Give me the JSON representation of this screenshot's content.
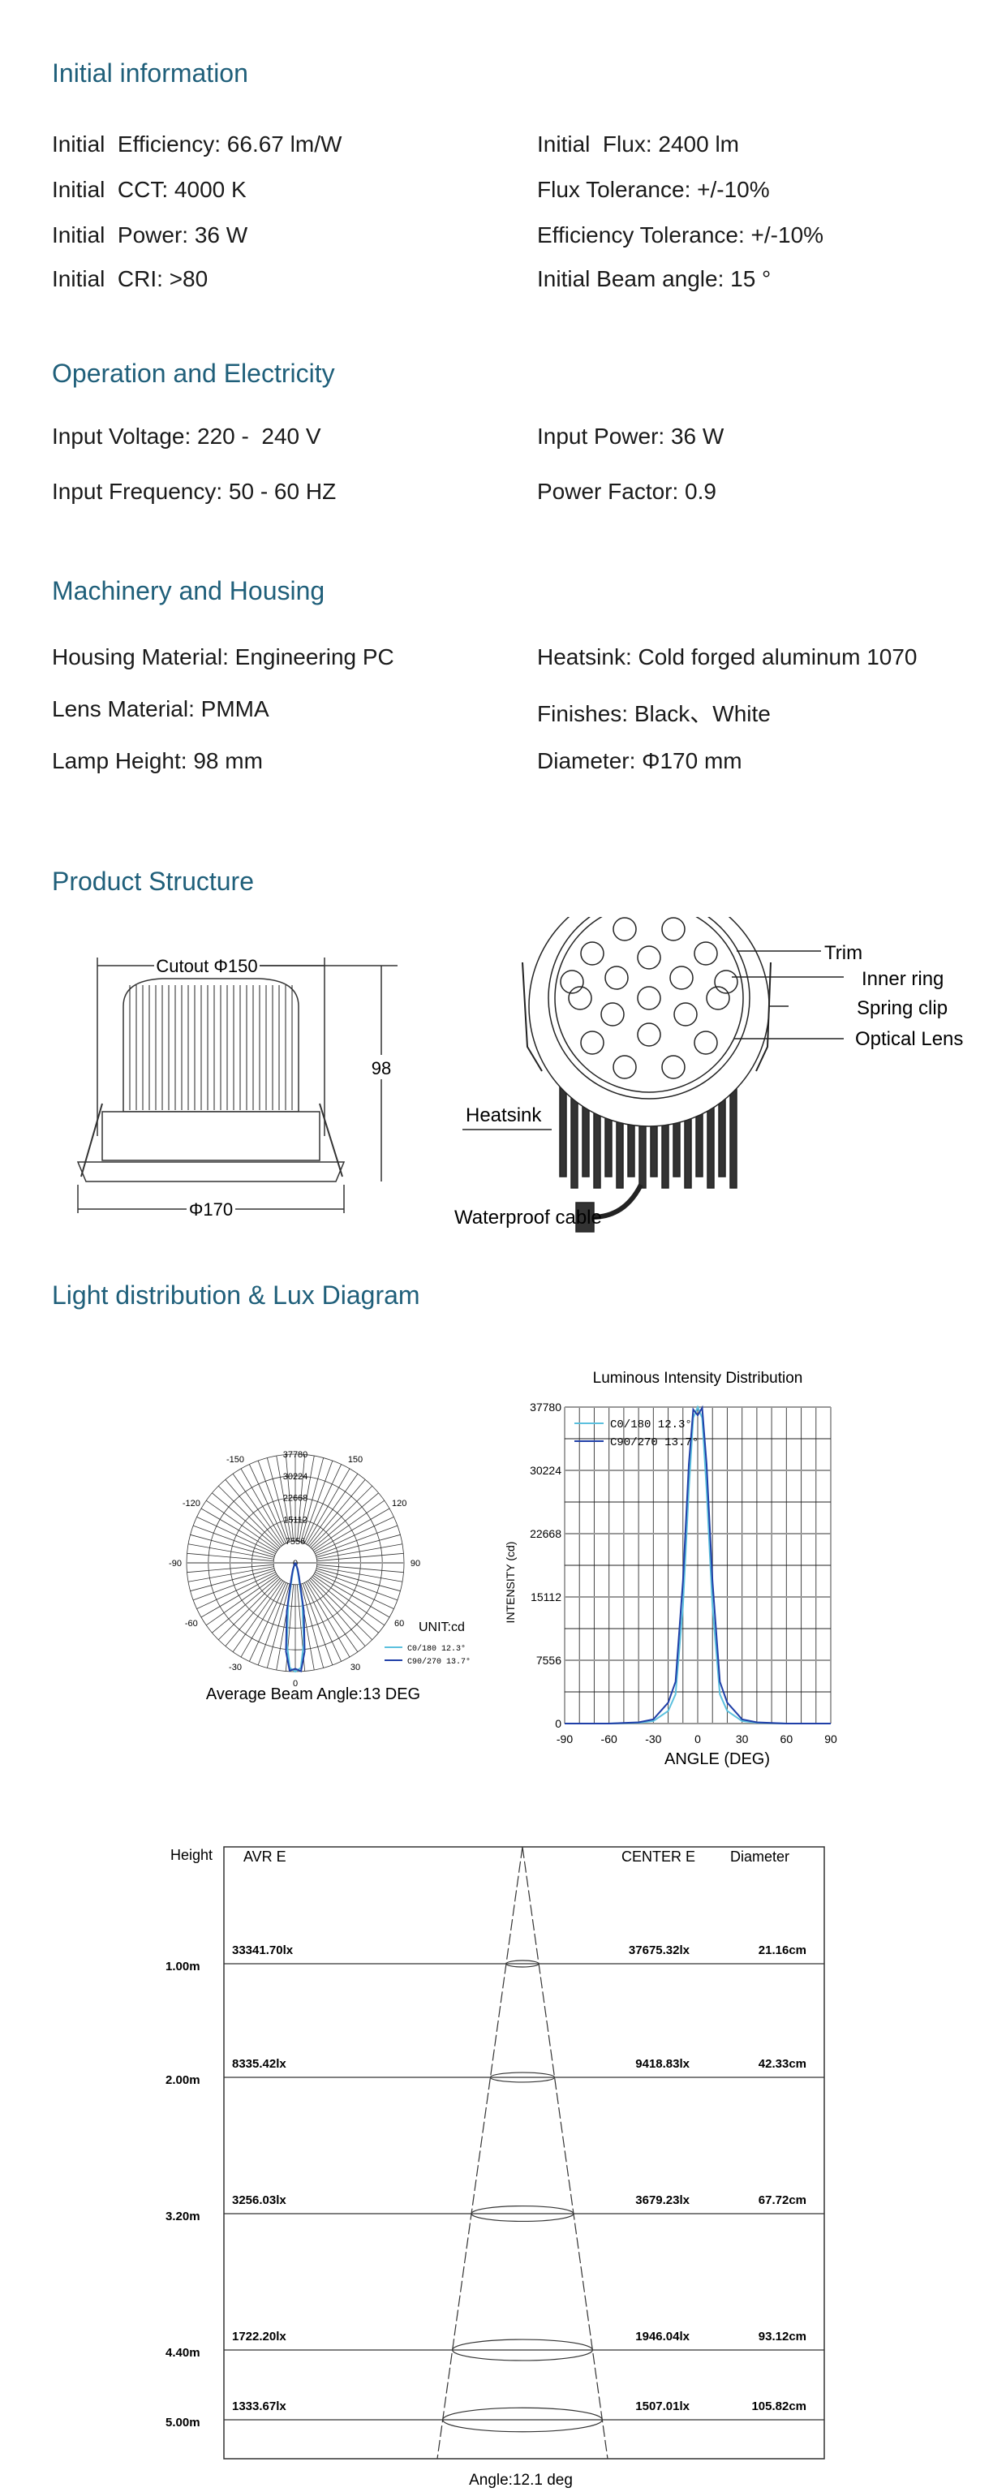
{
  "sections": {
    "initial": "Initial information",
    "operation": "Operation and Electricity",
    "machinery": "Machinery and Housing",
    "structure": "Product Structure",
    "light": "Light distribution & Lux Diagram"
  },
  "initial_left": [
    "Initial  Efficiency: 66.67 lm/W",
    "Initial  CCT: 4000 K",
    "Initial  Power: 36 W",
    "Initial  CRI: >80"
  ],
  "initial_right": [
    "Initial  Flux: 2400 lm",
    "Flux Tolerance: +/-10%",
    "Efficiency Tolerance: +/-10%",
    "Initial Beam angle: 15 °"
  ],
  "operation_left": [
    "Input Voltage: 220 -  240 V",
    "Input Frequency: 50 - 60 HZ"
  ],
  "operation_right": [
    "Input Power: 36 W",
    "Power Factor: 0.9"
  ],
  "machinery_left": [
    "Housing Material: Engineering PC",
    "Lens Material: PMMA",
    "Lamp Height: 98 mm"
  ],
  "machinery_right": [
    "Heatsink: Cold forged aluminum 1070",
    "Finishes: Black、White",
    "Diameter: Φ170 mm"
  ],
  "structure": {
    "cutout": "Cutout Φ150",
    "height": "98",
    "diameter": "Φ170",
    "labels": {
      "trim": "Trim",
      "inner_ring": "Inner ring",
      "spring_clip": "Spring clip",
      "optical_lens": "Optical Lens",
      "heatsink": "Heatsink",
      "cable": "Waterproof cable"
    }
  },
  "colors": {
    "heading": "#1f5f7a",
    "c0": "#5bc0de",
    "c90": "#1f3fa8"
  },
  "chart_data": [
    {
      "type": "polar",
      "angle_labels": [
        "-150",
        "150",
        "-120",
        "120",
        "-90",
        "90",
        "-60",
        "60",
        "-30",
        "30",
        "0"
      ],
      "ring_labels": [
        "37780",
        "30224",
        "22668",
        "15112",
        "7556",
        "0"
      ],
      "unit": "UNIT:cd",
      "caption": "Average Beam Angle:13 DEG",
      "rmax": 37780,
      "series": [
        {
          "name": "C0/180 12.3°",
          "color": "#5bc0de"
        },
        {
          "name": "C90/270 13.7°",
          "color": "#1f3fa8"
        }
      ]
    },
    {
      "type": "line",
      "title": "Luminous Intensity Distribution",
      "xlabel": "ANGLE (DEG)",
      "ylabel": "INTENSITY (cd)",
      "xlim": [
        -90,
        90
      ],
      "ylim": [
        0,
        37780
      ],
      "xticks": [
        "-90",
        "-60",
        "-30",
        "0",
        "30",
        "60",
        "90"
      ],
      "yticks": [
        "37780",
        "30224",
        "22668",
        "15112",
        "7556",
        "0"
      ],
      "legend": "top-left",
      "x": [
        -90,
        -60,
        -40,
        -30,
        -20,
        -15,
        -10,
        -6,
        -3,
        0,
        3,
        6,
        10,
        15,
        20,
        30,
        40,
        60,
        90
      ],
      "series": [
        {
          "name": "C0/180 12.3°",
          "values": [
            0,
            0,
            100,
            300,
            1500,
            3500,
            14000,
            28000,
            36500,
            37780,
            36500,
            28000,
            14000,
            3500,
            1500,
            300,
            100,
            0,
            0
          ]
        },
        {
          "name": "C90/270 13.7°",
          "values": [
            0,
            0,
            150,
            500,
            2500,
            5000,
            17000,
            31000,
            37500,
            36800,
            37700,
            31000,
            17000,
            5000,
            2500,
            500,
            150,
            0,
            0
          ]
        }
      ]
    },
    {
      "type": "table",
      "headers": {
        "height": "Height",
        "avr": "AVR E",
        "center": "CENTER E",
        "diameter": "Diameter"
      },
      "caption": "Angle:12.1 deg",
      "rows": [
        {
          "height": "1.00m",
          "avr": "33341.70lx",
          "center": "37675.32lx",
          "diameter": "21.16cm",
          "h": 1.0
        },
        {
          "height": "2.00m",
          "avr": "8335.42lx",
          "center": "9418.83lx",
          "diameter": "42.33cm",
          "h": 2.0
        },
        {
          "height": "3.20m",
          "avr": "3256.03lx",
          "center": "3679.23lx",
          "diameter": "67.72cm",
          "h": 3.2
        },
        {
          "height": "4.40m",
          "avr": "1722.20lx",
          "center": "1946.04lx",
          "diameter": "93.12cm",
          "h": 4.4
        },
        {
          "height": "5.00m",
          "avr": "1333.67lx",
          "center": "1507.01lx",
          "diameter": "105.82cm",
          "h": 5.0
        }
      ]
    }
  ]
}
